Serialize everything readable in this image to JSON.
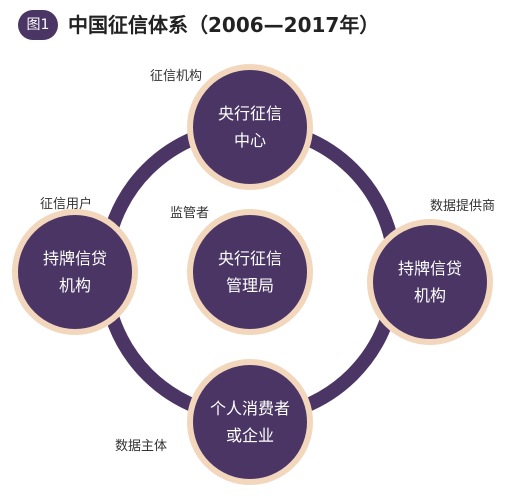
{
  "header": {
    "badge": "图1",
    "title": "中国征信体系（2006—2017年）"
  },
  "colors": {
    "ring": "#4a3564",
    "node_fill": "#4a3564",
    "node_border": "#f3d7bd",
    "badge": "#4a3564"
  },
  "nodes": {
    "top": {
      "line1": "央行征信",
      "line2": "中心",
      "role": "征信机构"
    },
    "left": {
      "line1": "持牌信贷",
      "line2": "机构",
      "role": "征信用户"
    },
    "center": {
      "line1": "央行征信",
      "line2": "管理局",
      "role": "监管者"
    },
    "right": {
      "line1": "持牌信贷",
      "line2": "机构",
      "role": "数据提供商"
    },
    "bottom": {
      "line1": "个人消费者",
      "line2": "或企业",
      "role": "数据主体"
    }
  }
}
